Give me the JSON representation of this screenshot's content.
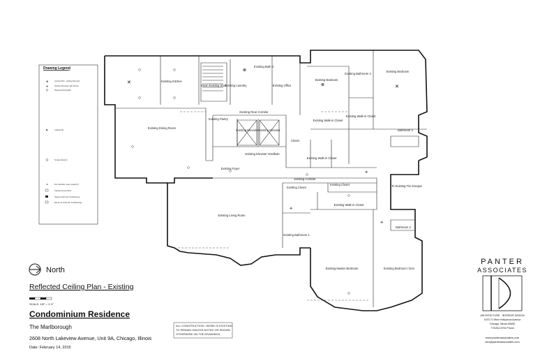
{
  "legend": {
    "title": "Drawing Legend",
    "items": [
      "Junction Box - Ceiling Mounted",
      "Surface Mounted Light Fixture",
      "Recessed Downlight",
      "Ceiling Fan",
      "Smoke Detector",
      "Fire Sprinkler (Last Location?)",
      "Ceiling Access Panel",
      "Supply Outlet (Air Conditioning)",
      "Return Air Grille (Air Conditioning)"
    ]
  },
  "rooms": {
    "kitchen": "Existing Kitchen",
    "stair": "Down Existing Stair",
    "laundry": "Existing Laundry",
    "bath4": "Existing Bath 4",
    "office": "Existing Office",
    "bedroom_upper": "Existing Bedroom",
    "bathroom4": "Existing Bathroom 4",
    "bedroom_right": "Existing Bedroom",
    "dining": "Existing Dining Room",
    "rear_corridor": "Existing Rear Corridor",
    "pantry": "Existing Pantry",
    "elevator_lobby": "Existing Elevator",
    "elevator": "Existing Elevator",
    "walkin1": "Existing Walk-in Closet",
    "bathroom3": "Bathroom 3",
    "walkin2": "Existing Walk-in Closet",
    "closet": "Closet",
    "vestibule": "Existing Elevator Vestibule",
    "walkin3": "Existing Walk-in Closet",
    "foyer": "Existing Foyer",
    "corridor": "Existing Corridor",
    "closet2": "Existing Closet",
    "escape": "To Existing Fire Escape",
    "closet3": "Existing Closet",
    "walkin4": "Existing Walk-in Closet",
    "living": "Existing Living Room",
    "bathroom1": "Existing Bathroom 1",
    "bathroom2": "Bathroom 2",
    "master": "Existing Master Bedroom",
    "den": "Existing Bedroom / Den"
  },
  "north_label": "North",
  "plan_title": "Reflected Ceiling Plan - Existing",
  "scale": "SCALE: 1/8\" = 1'-0\"",
  "project_title": "Condominium Residence",
  "building": "The Marlborough",
  "address": "2608 North Lakeview Avenue, Unit 9A, Chicago, Illinois",
  "date": "Date: February 14, 2015",
  "note": [
    "ALL CONSTRUCTION / WORK IS EXISTING",
    "TO REMAIN UNLESS NOTED OR SHOWN",
    "OTHERWISE ON THE DRAWINGS."
  ],
  "firm": {
    "name1": "PANTER",
    "name2": "ASSOCIATES",
    "tag": "ARCHITECTURE · INTERIOR DESIGN",
    "street": "1670-72 West Hollywood Avenue",
    "city": "Chicago, Illinois 60660",
    "phone": "773/262-5794 Phone",
    "web": "www.panterassociates.com",
    "email": "info@panterassociates.com"
  },
  "colors": {
    "ink": "#111111",
    "background": "#ffffff"
  }
}
